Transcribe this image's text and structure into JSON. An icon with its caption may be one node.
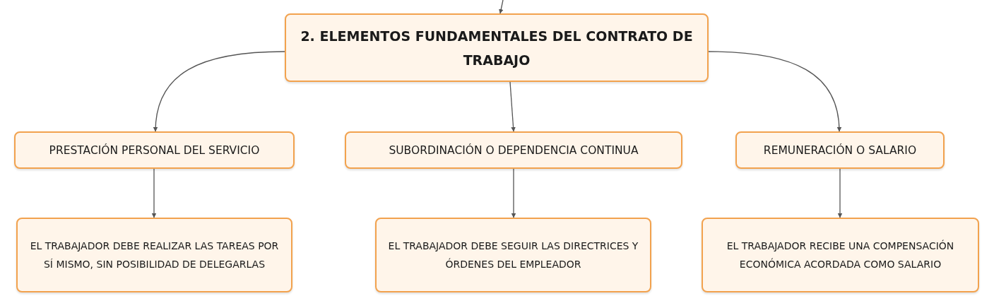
{
  "diagram": {
    "nodes": [
      {
        "text": [
          "2. ELEMENTOS FUNDAMENTALES DEL CONTRATO DE TRABAJO"
        ]
      },
      {
        "text": [
          "PRESTACIÓN PERSONAL DEL SERVICIO"
        ]
      },
      {
        "text": [
          "SUBORDINACIÓN O DEPENDENCIA CONTINUA"
        ]
      },
      {
        "text": [
          "REMUNERACIÓN O SALARIO"
        ]
      },
      {
        "text": [
          "EL TRABAJADOR DEBE REALIZAR LAS TAREAS POR SÍ MISMO, SIN POSIBILIDAD DE DELEGARLAS"
        ]
      },
      {
        "text": [
          "EL TRABAJADOR DEBE SEGUIR LAS DIRECTRICES Y ÓRDENES DEL EMPLEADOR"
        ]
      },
      {
        "text": [
          "EL TRABAJADOR RECIBE UNA COMPENSACIÓN ECONÓMICA ACORDADA COMO SALARIO"
        ]
      }
    ],
    "edges": [
      {
        "from": null,
        "to": 0,
        "arrow": "to"
      },
      {
        "from": 0,
        "to": 1,
        "arrow": "to"
      },
      {
        "from": 0,
        "to": 2,
        "arrow": "to"
      },
      {
        "from": 0,
        "to": 3,
        "arrow": "to"
      },
      {
        "from": 1,
        "to": 4,
        "arrow": "to"
      },
      {
        "from": 2,
        "to": 5,
        "arrow": "to"
      },
      {
        "from": 3,
        "to": 6,
        "arrow": "to"
      }
    ]
  }
}
